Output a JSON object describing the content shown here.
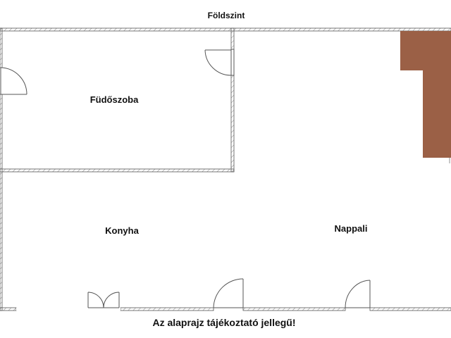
{
  "title": "Földszint",
  "rooms": [
    {
      "name": "Füdőszoba"
    },
    {
      "name": "Konyha"
    },
    {
      "name": "Nappali"
    }
  ],
  "disclaimer": "Az alaprajz tájékoztató jellegű!",
  "colors": {
    "wall": "#555555",
    "fireplace": "#9b6046",
    "background": "#ffffff"
  }
}
